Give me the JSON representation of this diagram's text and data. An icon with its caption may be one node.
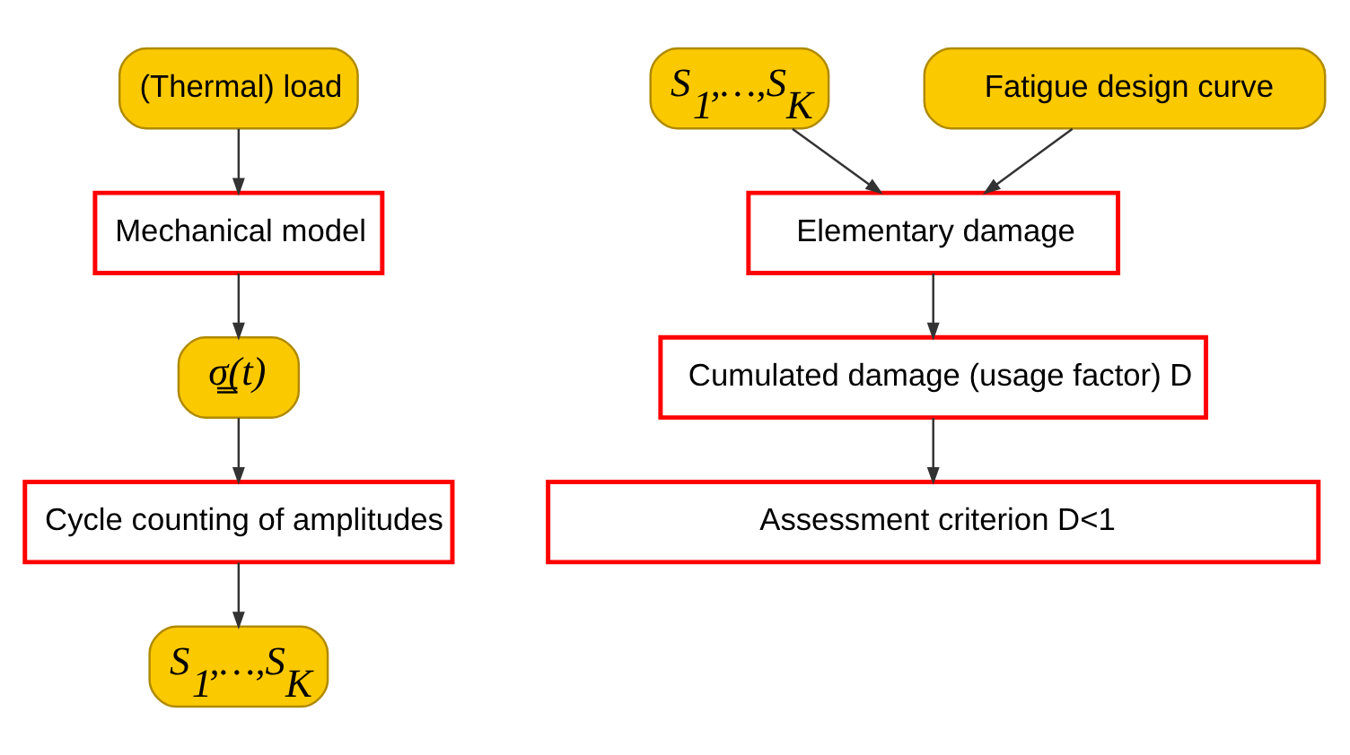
{
  "diagram": {
    "nodes": [
      {
        "text": [
          "(Thermal) load"
        ]
      },
      {
        "text": [
          "Mechanical model"
        ]
      },
      {
        "text": [
          "σ̳(t)"
        ]
      },
      {
        "text": [
          "Cycle counting of amplitudes"
        ]
      },
      {
        "text": [
          "S$_{1}$,…,S$_{K}$"
        ]
      },
      {
        "text": [
          "S$_{1}$,…,S$_{K}$"
        ]
      },
      {
        "text": [
          "Fatigue design curve"
        ]
      },
      {
        "text": [
          "Elementary damage"
        ]
      },
      {
        "text": [
          "Cumulated damage (usage factor) D"
        ]
      },
      {
        "text": [
          "Assessment criterion D<1"
        ]
      }
    ],
    "edges": [
      {
        "from": 0,
        "to": 1,
        "arrow": "to"
      },
      {
        "from": 1,
        "to": 2,
        "arrow": "to"
      },
      {
        "from": 2,
        "to": 3,
        "arrow": "to"
      },
      {
        "from": 3,
        "to": 4,
        "arrow": "to"
      },
      {
        "from": 5,
        "to": 7,
        "arrow": "to"
      },
      {
        "from": 6,
        "to": 7,
        "arrow": "to"
      },
      {
        "from": 7,
        "to": 8,
        "arrow": "to"
      },
      {
        "from": 8,
        "to": 9,
        "arrow": "to"
      }
    ]
  }
}
